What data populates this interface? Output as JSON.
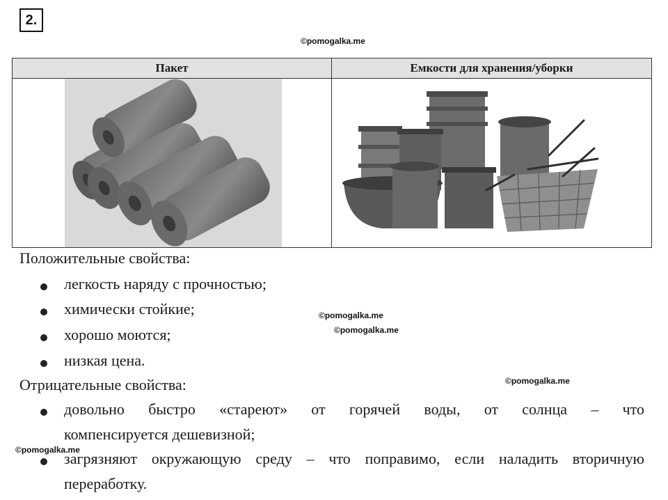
{
  "task_number": "2.",
  "watermark": "©pomogalka.me",
  "table": {
    "headers": [
      "Пакет",
      "Емкости для хранения/уборки"
    ]
  },
  "positive": {
    "title": "Положительные свойства:",
    "items": [
      "легкость наряду с прочностью;",
      "химически стойкие;",
      "хорошо моются;",
      "низкая цена."
    ]
  },
  "negative": {
    "title": "Отрицательные свойства:",
    "item1_line1": "довольно быстро «стареют» от горячей воды, от солнца – что",
    "item1_line2": "компенсируется дешевизной;",
    "item2_line1": "загрязняют окружающую среду – что поправимо, если наладить вторичную",
    "item2_line2": "переработку."
  },
  "colors": {
    "header_bg": "#e2e2e2",
    "text": "#1a1a1a"
  },
  "icons": [
    "bullet-dot"
  ]
}
